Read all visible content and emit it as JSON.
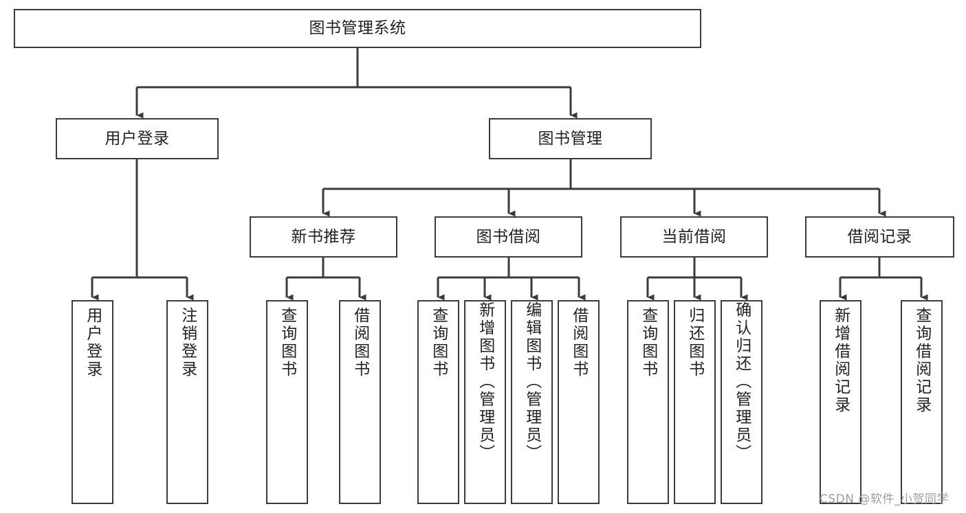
{
  "diagram": {
    "title": "图书管理系统",
    "type": "tree-hierarchy",
    "root": {
      "label": "图书管理系统"
    },
    "level2": [
      {
        "label": "用户登录"
      },
      {
        "label": "图书管理"
      }
    ],
    "level3": [
      {
        "label": "新书推荐"
      },
      {
        "label": "图书借阅"
      },
      {
        "label": "当前借阅"
      },
      {
        "label": "借阅记录"
      }
    ],
    "leaves": {
      "user_login": [
        {
          "label": "用户登录"
        },
        {
          "label": "注销登录"
        }
      ],
      "new_book_recommend": [
        {
          "label": "查询图书"
        },
        {
          "label": "借阅图书"
        }
      ],
      "book_borrow": [
        {
          "label": "查询图书"
        },
        {
          "label": "新增图书（管理员）"
        },
        {
          "label": "编辑图书（管理员）"
        },
        {
          "label": "借阅图书"
        }
      ],
      "current_borrow": [
        {
          "label": "查询图书"
        },
        {
          "label": "归还图书"
        },
        {
          "label": "确认归还（管理员）"
        }
      ],
      "borrow_records": [
        {
          "label": "新增借阅记录"
        },
        {
          "label": "查询借阅记录"
        }
      ]
    }
  },
  "watermark": {
    "text": "CSDN @软件_小贺同学"
  },
  "colors": {
    "stroke": "#3b3b3b",
    "background": "#ffffff",
    "text": "#222222",
    "watermark": "#9d9d9d"
  }
}
